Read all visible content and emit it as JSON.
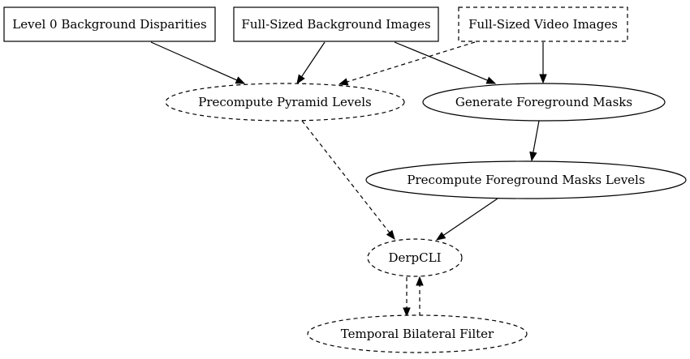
{
  "diagram": {
    "nodes": [
      {
        "id": "level0_disparities",
        "label": "Level 0 Background Disparities",
        "shape": "box",
        "style": "solid"
      },
      {
        "id": "full_bg_images",
        "label": "Full-Sized Background Images",
        "shape": "box",
        "style": "solid"
      },
      {
        "id": "full_video_images",
        "label": "Full-Sized Video Images",
        "shape": "box",
        "style": "dashed"
      },
      {
        "id": "precompute_pyramid",
        "label": "Precompute Pyramid Levels",
        "shape": "ellipse",
        "style": "dashed"
      },
      {
        "id": "generate_fg_masks",
        "label": "Generate Foreground Masks",
        "shape": "ellipse",
        "style": "solid"
      },
      {
        "id": "precompute_fg_levels",
        "label": "Precompute Foreground Masks Levels",
        "shape": "ellipse",
        "style": "solid"
      },
      {
        "id": "derpcli",
        "label": "DerpCLI",
        "shape": "ellipse",
        "style": "dashed"
      },
      {
        "id": "temporal_filter",
        "label": "Temporal Bilateral Filter",
        "shape": "ellipse",
        "style": "dashed"
      }
    ],
    "edges": [
      {
        "from": "level0_disparities",
        "to": "precompute_pyramid",
        "style": "solid"
      },
      {
        "from": "full_bg_images",
        "to": "precompute_pyramid",
        "style": "solid"
      },
      {
        "from": "full_bg_images",
        "to": "generate_fg_masks",
        "style": "solid"
      },
      {
        "from": "full_video_images",
        "to": "precompute_pyramid",
        "style": "dashed"
      },
      {
        "from": "full_video_images",
        "to": "generate_fg_masks",
        "style": "solid"
      },
      {
        "from": "generate_fg_masks",
        "to": "precompute_fg_levels",
        "style": "solid"
      },
      {
        "from": "precompute_pyramid",
        "to": "derpcli",
        "style": "dashed"
      },
      {
        "from": "precompute_fg_levels",
        "to": "derpcli",
        "style": "solid"
      },
      {
        "from": "derpcli",
        "to": "temporal_filter",
        "style": "dashed"
      },
      {
        "from": "temporal_filter",
        "to": "derpcli",
        "style": "dashed"
      }
    ]
  }
}
